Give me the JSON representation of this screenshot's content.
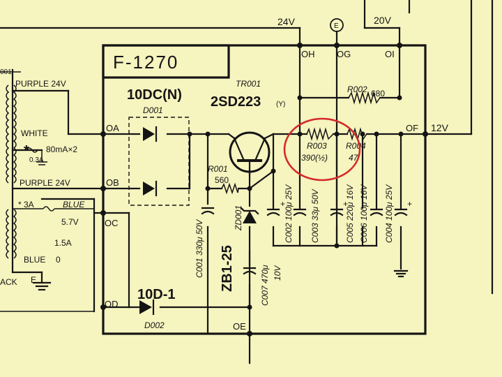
{
  "board": {
    "id": "F-1270"
  },
  "supply": {
    "v24_top": "24V",
    "v20_top": "20V",
    "e_marker": "E",
    "out_12v": "12V"
  },
  "nodes": {
    "oa": "OA",
    "ob": "OB",
    "oc": "OC",
    "od": "OD",
    "oe": "OE",
    "of": "OF",
    "og": "OG",
    "oh": "OH",
    "oi": "OI"
  },
  "transformer": {
    "mark": "001",
    "purple_top": "PURPLE 24V",
    "white": "WHITE",
    "fuse1_star": "*",
    "fuse1": "0.3A",
    "current": "80mA×2",
    "purple_bottom": "PURPLE 24V",
    "fuse2_star": "* 3A",
    "blue_top": "BLUE",
    "v57": "5.7V",
    "a15": "1.5A",
    "blue_bottom": "BLUE",
    "zero": "0",
    "jack": "ACK",
    "ground": "E"
  },
  "diode_bridge": {
    "type": "10DC(N)",
    "ref": "D001"
  },
  "diode_d002": {
    "type": "10D-1",
    "ref": "D002"
  },
  "transistor": {
    "ref": "TR001",
    "part": "2SD223",
    "rank": "(Y)"
  },
  "resistors": {
    "r001_ref": "R001",
    "r001_val": "560",
    "r002_ref": "R002",
    "r002_val": "680",
    "r003_ref": "R003",
    "r003_val": "390(½)",
    "r004_ref": "R004",
    "r004_val": "47"
  },
  "zener": {
    "ref": "ZD001",
    "part": "ZB1-25"
  },
  "capacitors": {
    "c001": "C001 330μ 50V",
    "c002": "C002 100μ 25V",
    "c003": "C003 33μ 50V",
    "c005": "C005 220μ 16V",
    "c006": "C006 100μ 16V",
    "c004": "C004 100μ 25V",
    "c007": "C007 470μ",
    "c007_v": "10V",
    "plus": "+"
  },
  "colors": {
    "background": "#f6f4bf",
    "ink": "#141414",
    "highlight": "#d42a2a"
  }
}
